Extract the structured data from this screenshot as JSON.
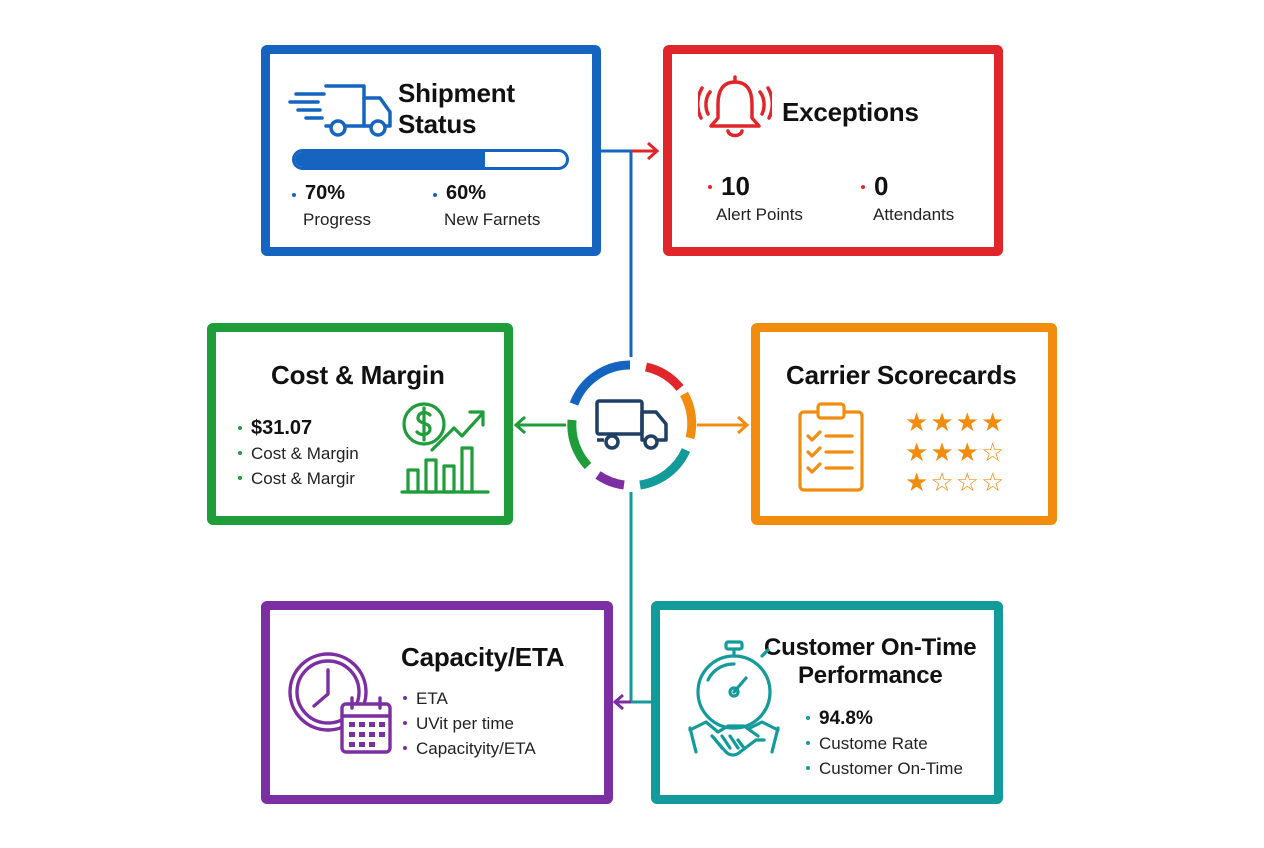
{
  "colors": {
    "shipment": "#1565c0",
    "exceptions": "#e0262b",
    "cost": "#1f9d3a",
    "carrier": "#f28c0f",
    "capacity": "#7b2fa3",
    "customer": "#139a9a",
    "hub_icon": "#1f3f66"
  },
  "hub": {
    "icon": "truck-icon"
  },
  "shipment_status": {
    "title_line1": "Shipment",
    "title_line2": "Status",
    "icon": "fast-truck-icon",
    "progress_fraction": 0.7,
    "stats": [
      {
        "value": "70%",
        "label": "Progress"
      },
      {
        "value": "60%",
        "label": "New Farnets"
      }
    ]
  },
  "exceptions": {
    "title": "Exceptions",
    "icon": "alarm-bell-icon",
    "stats": [
      {
        "value": "10",
        "label": "Alert Points"
      },
      {
        "value": "0",
        "label": "Attendants"
      }
    ]
  },
  "cost_margin": {
    "title": "Cost & Margin",
    "icon": "dollar-growth-chart-icon",
    "items": [
      "$31.07",
      "Cost & Margin",
      "Cost & Margir"
    ]
  },
  "carrier_scorecards": {
    "title": "Carrier Scorecards",
    "icon": "clipboard-checklist-icon",
    "ratings": [
      4,
      3,
      1
    ],
    "rating_max": 4
  },
  "capacity_eta": {
    "title": "Capacity/ETA",
    "icon": "clock-calendar-icon",
    "items": [
      "ETA",
      "UVit per time",
      "Capacityity/ETA"
    ]
  },
  "customer_ontime": {
    "title_line1": "Customer On-Time",
    "title_line2": "Performance",
    "icon": "stopwatch-handshake-icon",
    "items": [
      "94.8%",
      "Custome Rate",
      "Customer On-Time"
    ]
  }
}
